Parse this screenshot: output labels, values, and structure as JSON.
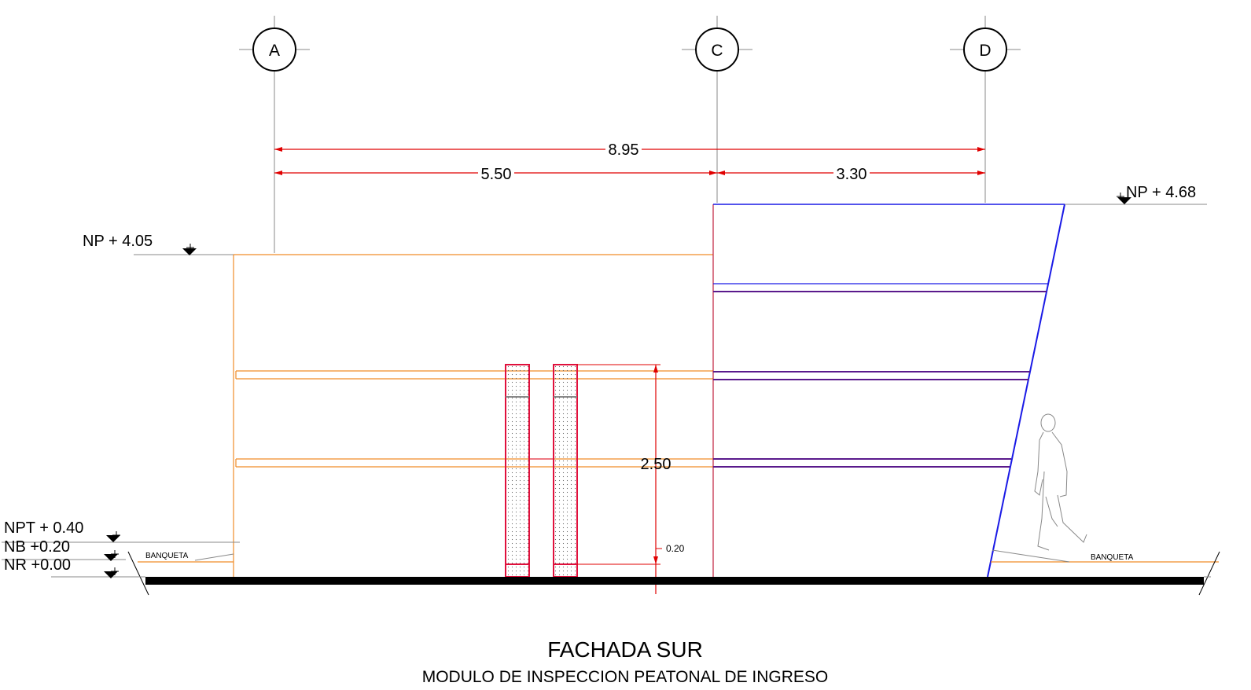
{
  "title": "FACHADA SUR",
  "subtitle": "MODULO DE INSPECCION PEATONAL DE INGRESO",
  "axes": [
    "A",
    "C",
    "D"
  ],
  "dimensions": {
    "total": "8.95",
    "span_ac": "5.50",
    "span_cd": "3.30",
    "height": "2.50",
    "base": "0.20"
  },
  "levels": {
    "np_right": "NP + 4.68",
    "np_left": "NP + 4.05",
    "npt": "NPT + 0.40",
    "nb": "NB +0.20",
    "nr": "NR +0.00"
  },
  "labels": {
    "banqueta_left": "BANQUETA",
    "banqueta_right": "BANQUETA"
  },
  "colors": {
    "dimension": "#e00000",
    "wall_left": "#f08c28",
    "wall_right": "#1a1ae6",
    "bands_right": "#5a1a8c",
    "columns": "#e0103c",
    "ground": "#000000"
  }
}
